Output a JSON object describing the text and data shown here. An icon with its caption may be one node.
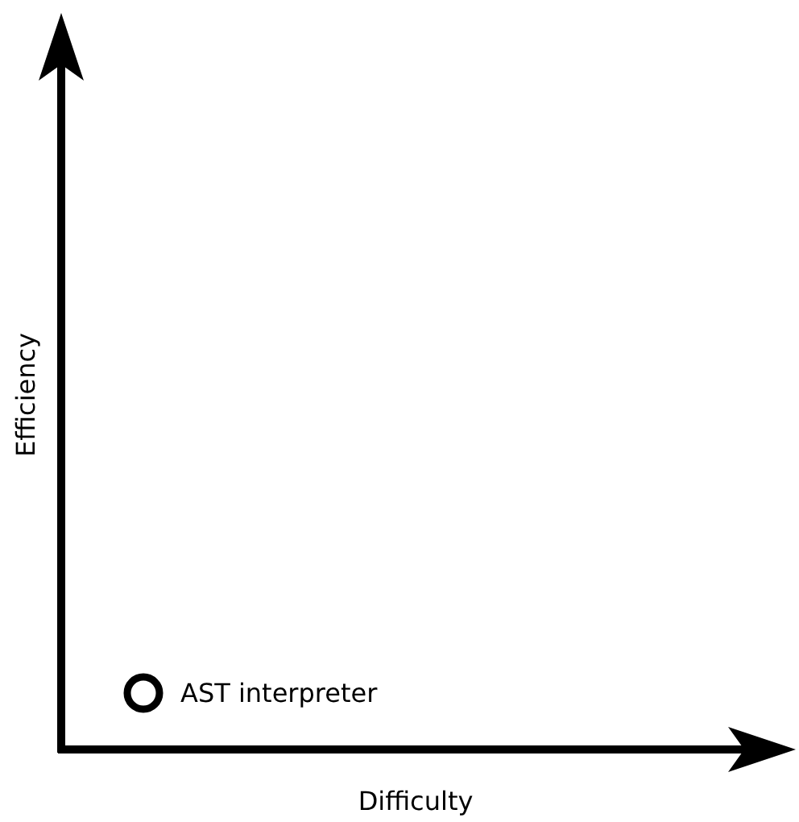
{
  "diagram": {
    "nodes": [
      {
        "text": [],
        "shape": "circle",
        "beside": [
          "AST interpreter"
        ]
      }
    ],
    "labels": [
      "Efficiency",
      "Difficulty"
    ]
  }
}
